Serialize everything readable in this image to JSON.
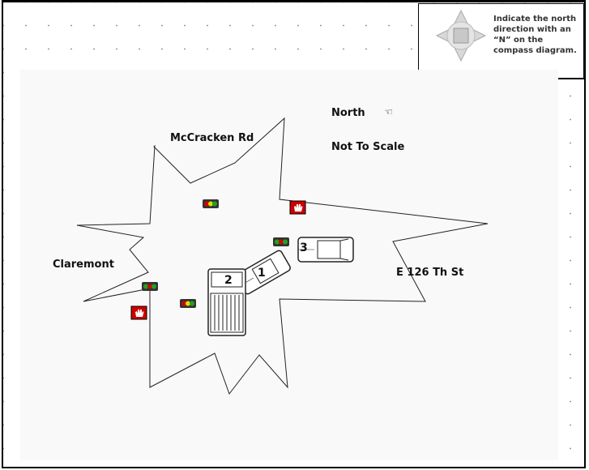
{
  "legend": {
    "instruction": "Indicate the north direction with an “N” on the compass diagram.",
    "icon": "compass-icon"
  },
  "diagram": {
    "north_label": "North",
    "north_icon": "hand-pointing-icon",
    "scale_note": "Not To Scale",
    "streets": {
      "north": "McCracken Rd",
      "west": "Claremont",
      "east": "E 126 Th St"
    },
    "vehicles": [
      {
        "id": "1",
        "label": "1"
      },
      {
        "id": "2",
        "label": "2"
      },
      {
        "id": "3",
        "label": "3"
      }
    ],
    "signals": {
      "traffic_light_icon": "traffic-light-icon",
      "stop_hand_icon": "stop-hand-icon"
    },
    "colors": {
      "signal_red": "#d40000",
      "signal_yellow": "#e8d800",
      "signal_green": "#1fa31f",
      "stop_hand_bg": "#cc0000"
    }
  }
}
